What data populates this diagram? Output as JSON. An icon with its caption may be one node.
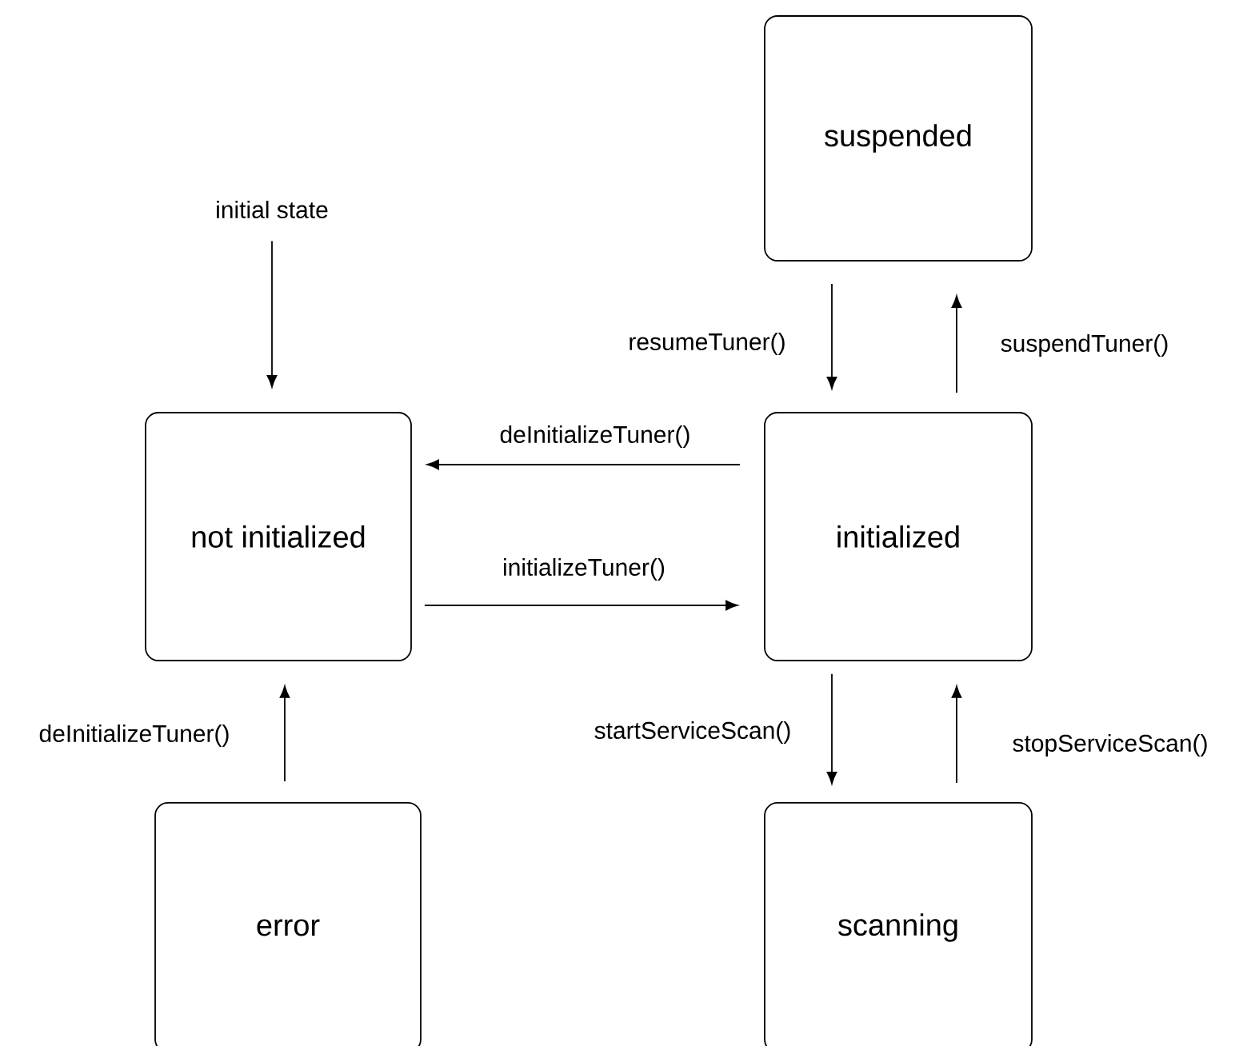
{
  "diagram": {
    "nodes": [
      {
        "text": [
          "initial state"
        ]
      },
      {
        "text": [
          "suspended"
        ]
      },
      {
        "text": [
          "not initialized"
        ]
      },
      {
        "text": [
          "initialized"
        ]
      },
      {
        "text": [
          "error"
        ]
      },
      {
        "text": [
          "scanning"
        ]
      }
    ],
    "edges": [
      {
        "from": 0,
        "to": 2,
        "arrow": "to"
      },
      {
        "from": 1,
        "to": 3,
        "arrow": "to",
        "label": "resumeTuner()"
      },
      {
        "from": 3,
        "to": 1,
        "arrow": "to",
        "label": "suspendTuner()"
      },
      {
        "from": 3,
        "to": 2,
        "arrow": "to",
        "label": "deInitializeTuner()"
      },
      {
        "from": 2,
        "to": 3,
        "arrow": "to",
        "label": "initializeTuner()"
      },
      {
        "from": 3,
        "to": 5,
        "arrow": "to",
        "label": "startServiceScan()"
      },
      {
        "from": 5,
        "to": 3,
        "arrow": "to",
        "label": "stopServiceScan()"
      },
      {
        "from": 4,
        "to": 2,
        "arrow": "to",
        "label": "deInitializeTuner()"
      }
    ]
  }
}
